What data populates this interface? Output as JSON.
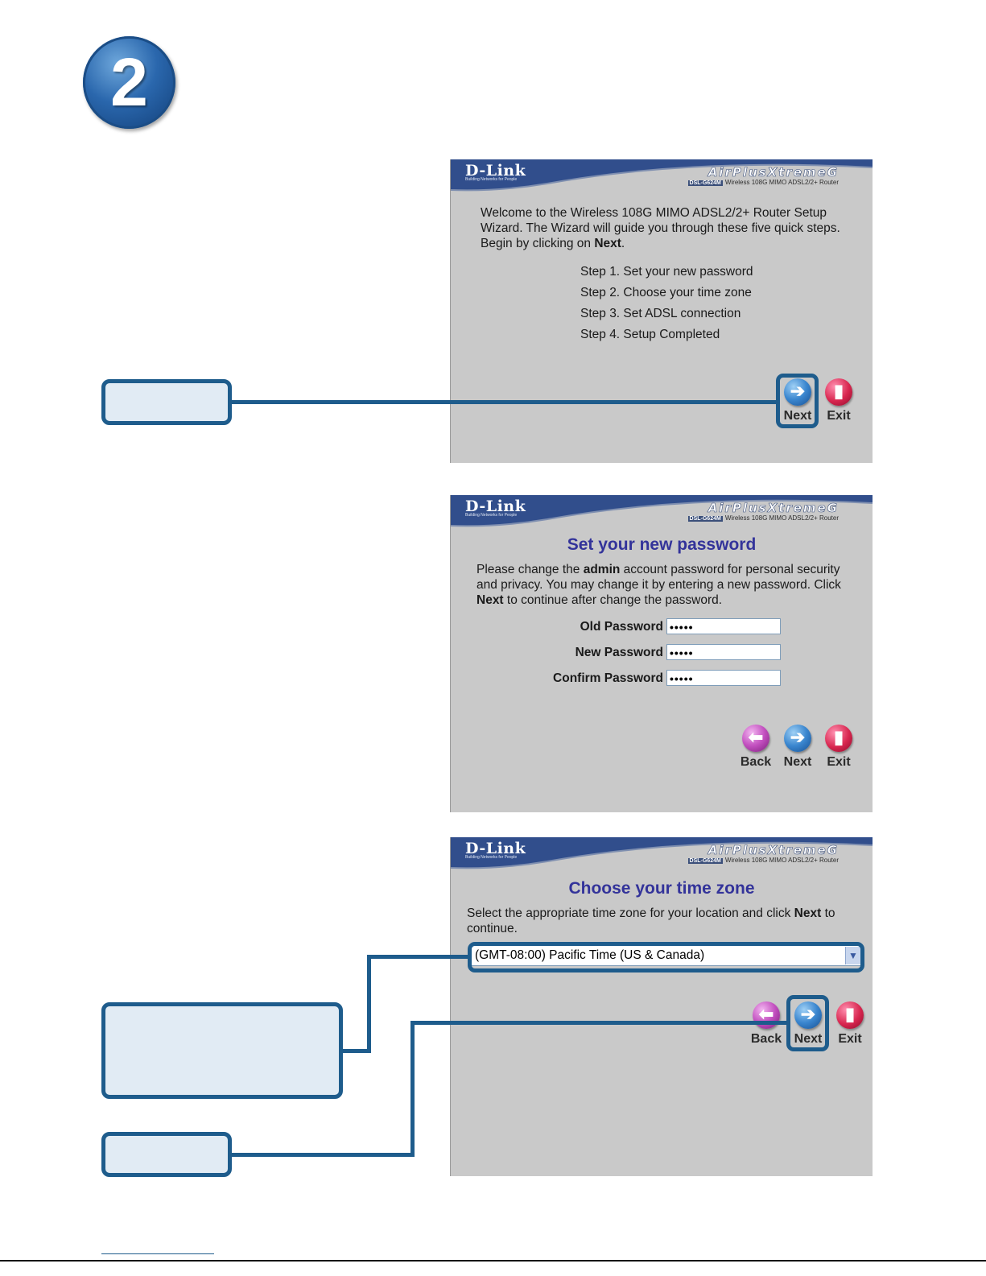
{
  "step_number": "2",
  "header": {
    "logo": "D-Link",
    "logo_tagline": "Building Networks for People",
    "product_brand": "AirPlusXtremeG",
    "model_code": "DSL-G624M",
    "model_desc": "Wireless 108G MIMO ADSL2/2+ Router"
  },
  "panel1": {
    "intro_a": "Welcome to the Wireless 108G MIMO ADSL2/2+ Router Setup",
    "intro_b": "Wizard. The Wizard will guide you through these five quick steps.",
    "intro_c_pre": "Begin by clicking on ",
    "intro_c_bold": "Next",
    "intro_c_post": ".",
    "steps": [
      "Step 1. Set your new password",
      "Step 2. Choose your time zone",
      "Step 3. Set ADSL connection",
      "Step 4. Setup Completed"
    ],
    "next_label": "Next",
    "exit_label": "Exit"
  },
  "panel2": {
    "title": "Set your new password",
    "p1_pre": "Please change the ",
    "p1_bold": "admin",
    "p1_post": " account password for personal security",
    "p2": "and privacy. You may change it by entering a new password. Click",
    "p3_bold": "Next",
    "p3_post": " to continue after change the password.",
    "fields": [
      {
        "label": "Old Password",
        "value": "•••••"
      },
      {
        "label": "New Password",
        "value": "•••••"
      },
      {
        "label": "Confirm Password",
        "value": "•••••"
      }
    ],
    "back_label": "Back",
    "next_label": "Next",
    "exit_label": "Exit"
  },
  "panel3": {
    "title": "Choose your time zone",
    "p1_pre": "Select the appropriate time zone for your location and click ",
    "p1_bold": "Next",
    "p1_post": " to",
    "p2": "continue.",
    "timezone": "(GMT-08:00) Pacific Time (US & Canada)",
    "back_label": "Back",
    "next_label": "Next",
    "exit_label": "Exit"
  },
  "colors": {
    "callout_fill": "#e1ebf4",
    "callout_border": "#1e5c8c",
    "panel_bg": "#c9c9c9",
    "title_blue": "#33339a"
  }
}
